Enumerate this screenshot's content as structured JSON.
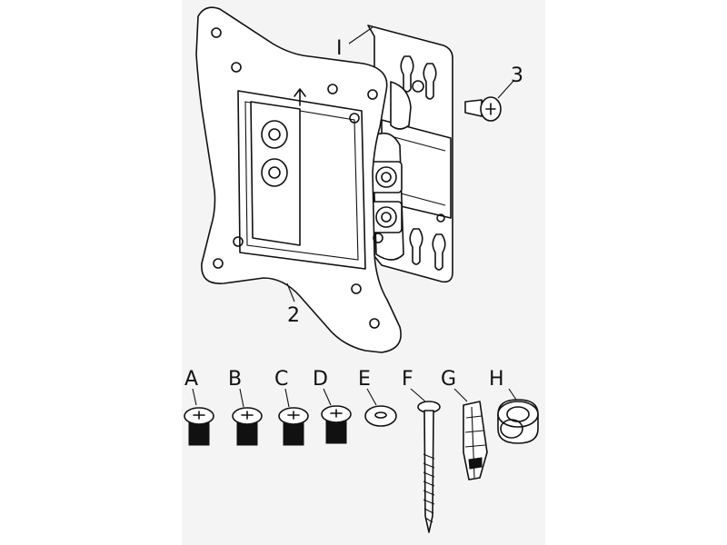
{
  "callouts": {
    "c1": "I",
    "c2": "2",
    "c3": "3"
  },
  "parts": {
    "A": "A",
    "B": "B",
    "C": "C",
    "D": "D",
    "E": "E",
    "F": "F",
    "G": "G",
    "H": "H"
  },
  "colors": {
    "line": "#111111",
    "panel": "#f4f4f4",
    "background": "#ffffff"
  }
}
